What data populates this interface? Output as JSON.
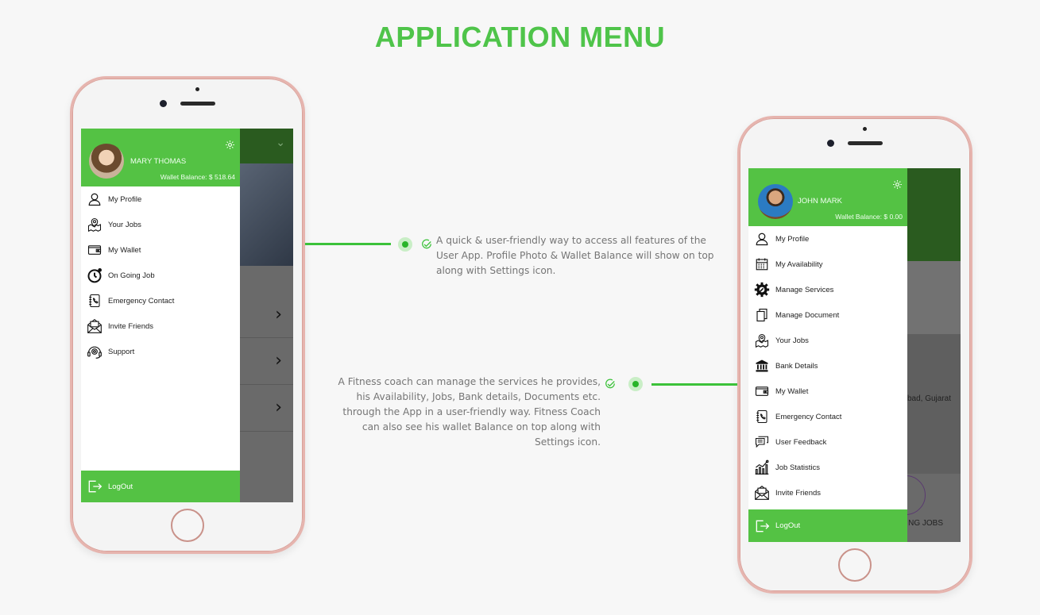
{
  "page": {
    "title": "APPLICATION MENU",
    "accent_color": "#4fc44a"
  },
  "left_phone": {
    "user": {
      "name": "MARY THOMAS",
      "wallet_balance": "Wallet Balance: $ 518.64"
    },
    "menu_items": [
      {
        "label": "My Profile",
        "icon": "user-icon"
      },
      {
        "label": "Your Jobs",
        "icon": "map-pin-icon"
      },
      {
        "label": "My Wallet",
        "icon": "wallet-icon"
      },
      {
        "label": "On Going Job",
        "icon": "stopwatch-icon"
      },
      {
        "label": "Emergency Contact",
        "icon": "phone-book-icon"
      },
      {
        "label": "Invite Friends",
        "icon": "envelope-icon"
      },
      {
        "label": "Support",
        "icon": "headset-icon"
      }
    ],
    "logout_label": "LogOut"
  },
  "right_phone": {
    "user": {
      "name": "JOHN MARK",
      "wallet_balance": "Wallet Balance: $ 0.00"
    },
    "menu_items": [
      {
        "label": "My Profile",
        "icon": "user-icon"
      },
      {
        "label": "My Availability",
        "icon": "calendar-icon"
      },
      {
        "label": "Manage Services",
        "icon": "gear-wrench-icon"
      },
      {
        "label": "Manage Document",
        "icon": "documents-icon"
      },
      {
        "label": "Your Jobs",
        "icon": "map-pin-icon"
      },
      {
        "label": "Bank Details",
        "icon": "bank-icon"
      },
      {
        "label": "My Wallet",
        "icon": "wallet-icon"
      },
      {
        "label": "Emergency Contact",
        "icon": "phone-book-icon"
      },
      {
        "label": "User Feedback",
        "icon": "chat-icon"
      },
      {
        "label": "Job Statistics",
        "icon": "chart-icon"
      },
      {
        "label": "Invite Friends",
        "icon": "envelope-icon"
      }
    ],
    "logout_label": "LogOut",
    "background_text": {
      "location": "bad, Gujarat",
      "jobs": "NG JOBS"
    }
  },
  "descriptions": {
    "user_app": "A quick & user-friendly way to access all features of the User App. Profile Photo & Wallet Balance will show on top along with Settings icon.",
    "coach_app": "A Fitness coach can manage the services he provides, his Availability, Jobs, Bank details, Documents etc. through the App in a user-friendly way. Fitness Coach can also see his wallet Balance on top along with Settings icon."
  }
}
